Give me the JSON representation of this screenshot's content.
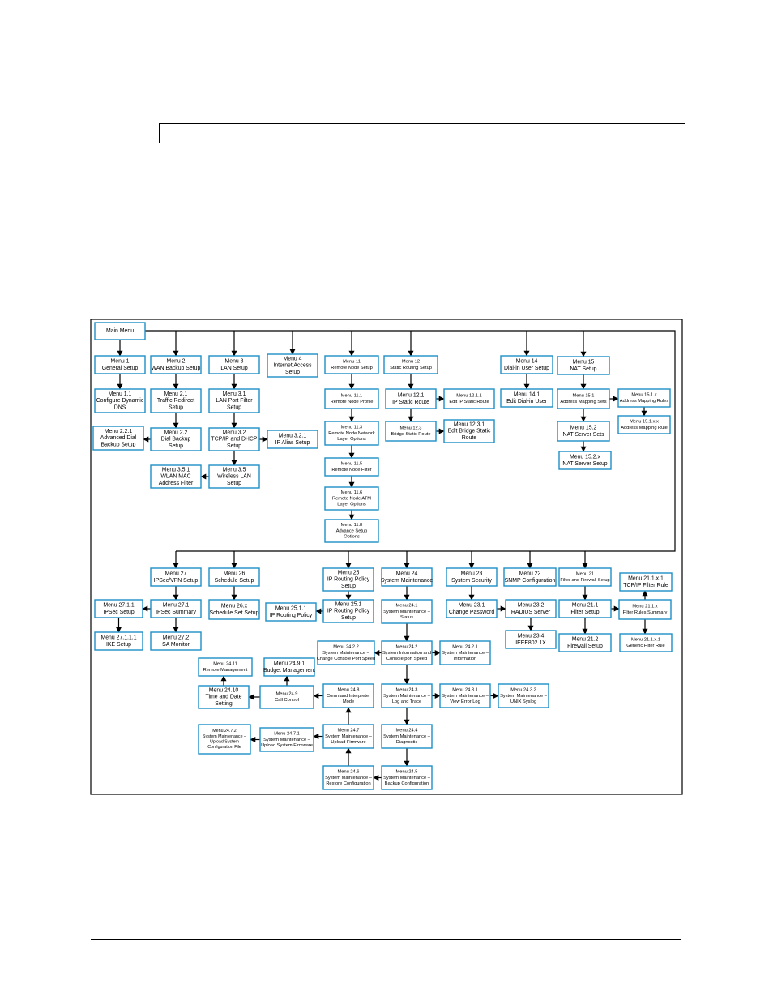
{
  "diagram": {
    "nodes": [
      {
        "id": "main",
        "lines": [
          "Main Menu"
        ]
      },
      {
        "id": "m1",
        "lines": [
          "Menu 1",
          "General Setup"
        ]
      },
      {
        "id": "m2",
        "lines": [
          "Menu 2",
          "WAN Backup Setup"
        ]
      },
      {
        "id": "m3",
        "lines": [
          "Menu 3",
          "LAN Setup"
        ]
      },
      {
        "id": "m4",
        "lines": [
          "Menu 4",
          "Internet Access",
          "Setup"
        ]
      },
      {
        "id": "m11",
        "lines": [
          "Menu 11",
          "Remote Node Setup"
        ]
      },
      {
        "id": "m12",
        "lines": [
          "Menu 12",
          "Static Routing Setup"
        ]
      },
      {
        "id": "m14",
        "lines": [
          "Menu 14",
          "Dial-in User Setup"
        ]
      },
      {
        "id": "m15",
        "lines": [
          "Menu 15",
          "NAT Setup"
        ]
      },
      {
        "id": "m1_1",
        "lines": [
          "Menu 1.1",
          "Configure Dynamic",
          "DNS"
        ]
      },
      {
        "id": "m2_1",
        "lines": [
          "Menu 2.1",
          "Traffic Redirect",
          "Setup"
        ]
      },
      {
        "id": "m2_2",
        "lines": [
          "Menu 2.2",
          "Dial Backup",
          "Setup"
        ]
      },
      {
        "id": "m2_2_1",
        "lines": [
          "Menu 2.2.1",
          "Advanced Dial",
          "Backup Setup"
        ]
      },
      {
        "id": "m3_1",
        "lines": [
          "Menu 3.1",
          "LAN Port Filter",
          "Setup"
        ]
      },
      {
        "id": "m3_2",
        "lines": [
          "Menu 3.2",
          "TCP/IP and DHCP",
          "Setup"
        ]
      },
      {
        "id": "m3_2_1",
        "lines": [
          "Menu 3.2.1",
          "IP Alias Setup"
        ]
      },
      {
        "id": "m3_5",
        "lines": [
          "Menu 3.5",
          "Wireless LAN",
          "Setup"
        ]
      },
      {
        "id": "m3_5_1",
        "lines": [
          "Menu 3.5.1",
          "WLAN MAC",
          "Address Filter"
        ]
      },
      {
        "id": "m11_1",
        "lines": [
          "Menu 11.1",
          "Remote Node Profile"
        ]
      },
      {
        "id": "m11_3",
        "lines": [
          "Menu 11.3",
          "Remote Node Network",
          "Layer Options"
        ]
      },
      {
        "id": "m11_5",
        "lines": [
          "Menu 11.5",
          "Remote Node Filter"
        ]
      },
      {
        "id": "m11_6",
        "lines": [
          "Menu 11.6",
          "Remote Node ATM",
          "Layer Options"
        ]
      },
      {
        "id": "m11_8",
        "lines": [
          "Menu 11.8",
          "Advance Setup",
          "Options"
        ]
      },
      {
        "id": "m12_1",
        "lines": [
          "Menu 12.1",
          "IP Static Route"
        ]
      },
      {
        "id": "m12_1_1",
        "lines": [
          "Menu 12.1.1",
          "Edit IP Static Route"
        ]
      },
      {
        "id": "m12_3",
        "lines": [
          "Menu 12.3",
          "Bridge Static Route"
        ]
      },
      {
        "id": "m12_3_1",
        "lines": [
          "Menu 12.3.1",
          "Edit Bridge Static",
          "Route"
        ]
      },
      {
        "id": "m14_1",
        "lines": [
          "Menu 14.1",
          "Edit Dial-in User"
        ]
      },
      {
        "id": "m15_1",
        "lines": [
          "Menu 15.1",
          "Address Mapping Sets"
        ]
      },
      {
        "id": "m15_1_x",
        "lines": [
          "Menu 15.1.x",
          "Address Mapping Rules"
        ]
      },
      {
        "id": "m15_1_x_x",
        "lines": [
          "Menu 15.1.x.x",
          "Address Mapping Rule"
        ]
      },
      {
        "id": "m15_2",
        "lines": [
          "Menu 15.2",
          "NAT Server Sets"
        ]
      },
      {
        "id": "m15_2_x",
        "lines": [
          "Menu 15.2.x",
          "NAT Server Setup"
        ]
      },
      {
        "id": "m27",
        "lines": [
          "Menu 27",
          "IPSec/VPN Setup"
        ]
      },
      {
        "id": "m26",
        "lines": [
          "Menu 26",
          "Schedule Setup"
        ]
      },
      {
        "id": "m25",
        "lines": [
          "Menu 25",
          "IP Routing Policy",
          "Setup"
        ]
      },
      {
        "id": "m24",
        "lines": [
          "Menu 24",
          "System Maintenance"
        ]
      },
      {
        "id": "m23",
        "lines": [
          "Menu 23",
          "System Security"
        ]
      },
      {
        "id": "m22",
        "lines": [
          "Menu 22",
          "SNMP Configuration"
        ]
      },
      {
        "id": "m21",
        "lines": [
          "Menu 21",
          "Filter and Firewall Setup"
        ]
      },
      {
        "id": "m27_1_1",
        "lines": [
          "Menu 27.1.1",
          "IPSec Setup"
        ]
      },
      {
        "id": "m27_1",
        "lines": [
          "Menu 27.1",
          "IPSec Summary"
        ]
      },
      {
        "id": "m27_1_1_1",
        "lines": [
          "Menu 27.1.1.1",
          "IKE Setup"
        ]
      },
      {
        "id": "m27_2",
        "lines": [
          "Menu 27.2",
          "SA Monitor"
        ]
      },
      {
        "id": "m26_x",
        "lines": [
          "Menu 26.x",
          "Schedule Set Setup"
        ]
      },
      {
        "id": "m25_1_1",
        "lines": [
          "Menu 25.1.1",
          "IP Routing Policy"
        ]
      },
      {
        "id": "m25_1",
        "lines": [
          "Menu 25.1",
          "IP Routing Policy",
          "Setup"
        ]
      },
      {
        "id": "m24_1",
        "lines": [
          "Menu 24.1",
          "System Maintenance –",
          "Status"
        ]
      },
      {
        "id": "m23_1",
        "lines": [
          "Menu 23.1",
          "Change Password"
        ]
      },
      {
        "id": "m23_2",
        "lines": [
          "Menu 23.2",
          "RADIUS Server"
        ]
      },
      {
        "id": "m23_4",
        "lines": [
          "Menu 23.4",
          "IEEE802.1X"
        ]
      },
      {
        "id": "m21_1",
        "lines": [
          "Menu 21.1",
          "Filter Setup"
        ]
      },
      {
        "id": "m21_1_x",
        "lines": [
          "Menu 21.1.x",
          "Filter Rules Summary"
        ]
      },
      {
        "id": "m21_1_x_1_tcp",
        "lines": [
          "Menu 21.1.x.1",
          "TCP/IP Filter Rule"
        ]
      },
      {
        "id": "m21_1_x_1_gen",
        "lines": [
          "Menu 21.1.x.1",
          "Generic Filter Rule"
        ]
      },
      {
        "id": "m21_2",
        "lines": [
          "Menu 21.2",
          "Firewall Setup"
        ]
      },
      {
        "id": "m24_2",
        "lines": [
          "Menu 24.2",
          "System Information and",
          "Console port Speed"
        ]
      },
      {
        "id": "m24_2_2",
        "lines": [
          "Menu 24.2.2",
          "System Maintenance –",
          "Change Console Port Speed"
        ]
      },
      {
        "id": "m24_2_1",
        "lines": [
          "Menu 24.2.1",
          "System Maintenance –",
          "Information"
        ]
      },
      {
        "id": "m24_11",
        "lines": [
          "Menu 24.11",
          "Remote Management"
        ]
      },
      {
        "id": "m24_9_1",
        "lines": [
          "Menu 24.9.1",
          "Budget Management"
        ]
      },
      {
        "id": "m24_10",
        "lines": [
          "Menu 24.10",
          "Time and Date",
          "Setting"
        ]
      },
      {
        "id": "m24_9",
        "lines": [
          "Menu 24.9",
          "Call Control"
        ]
      },
      {
        "id": "m24_8",
        "lines": [
          "Menu 24.8",
          "Command Interpreter",
          "Mode"
        ]
      },
      {
        "id": "m24_3",
        "lines": [
          "Menu 24.3",
          "System Maintenance –",
          "Log and Trace"
        ]
      },
      {
        "id": "m24_3_1",
        "lines": [
          "Menu 24.3.1",
          "System Maintenance –",
          "View Error Log"
        ]
      },
      {
        "id": "m24_3_2",
        "lines": [
          "Menu 24.3.2",
          "System Maintenance –",
          "UNIX Syslog"
        ]
      },
      {
        "id": "m24_7_2",
        "lines": [
          "Menu 24.7.2",
          "System Maintenance –",
          "Upload System",
          "Configuration File"
        ]
      },
      {
        "id": "m24_7_1",
        "lines": [
          "Menu 24.7.1",
          "System Maintenance –",
          "Upload System Firmware"
        ]
      },
      {
        "id": "m24_7",
        "lines": [
          "Menu 24.7",
          "System Maintenance –",
          "Upload Firmware"
        ]
      },
      {
        "id": "m24_4",
        "lines": [
          "Menu 24.4",
          "System Maintenance –",
          "Diagnostic"
        ]
      },
      {
        "id": "m24_6",
        "lines": [
          "Menu 24.6",
          "System Maintenance –",
          "Restore Configuration"
        ]
      },
      {
        "id": "m24_5",
        "lines": [
          "Menu 24.5",
          "System Maintenance –",
          "Backup Configuration"
        ]
      }
    ]
  }
}
